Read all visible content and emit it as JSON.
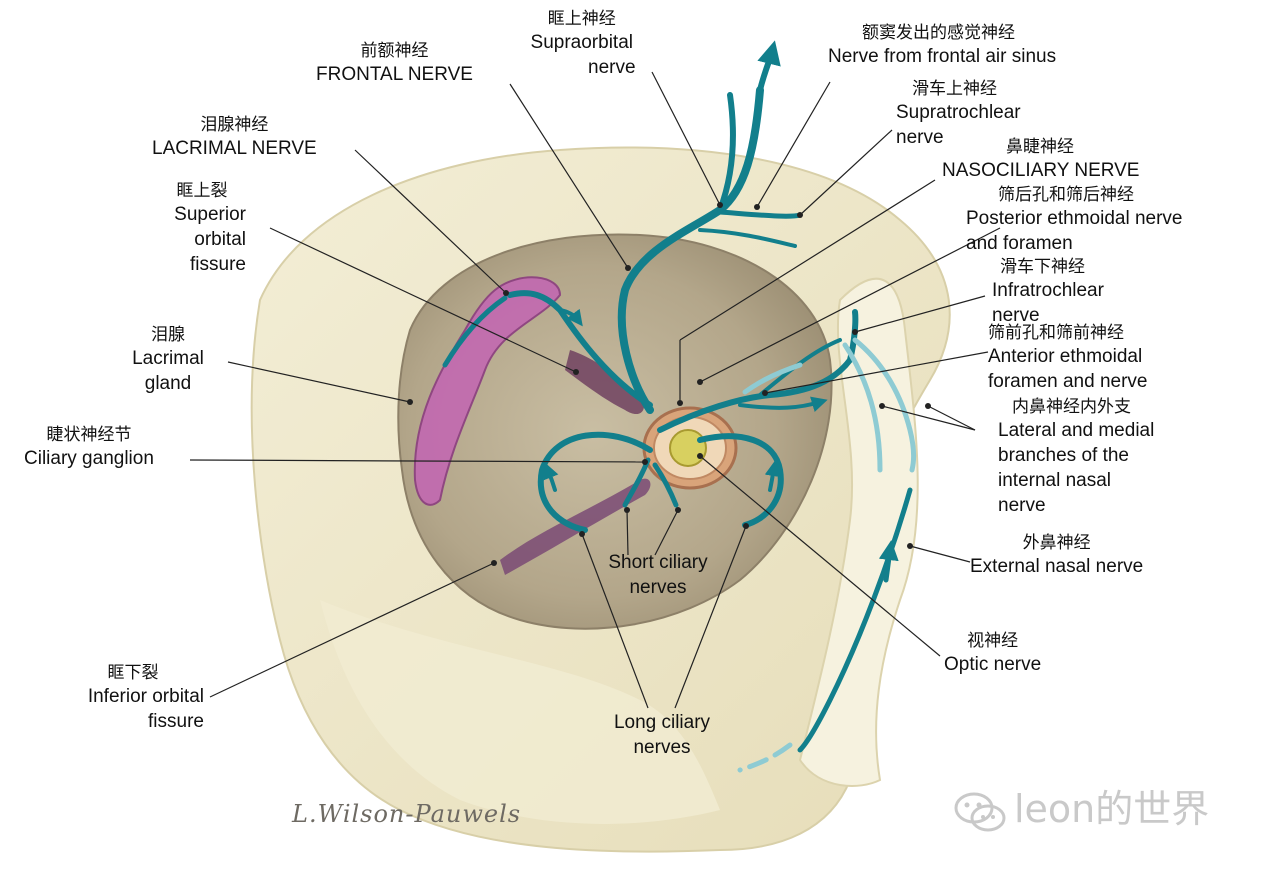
{
  "labels": {
    "supraorbital": {
      "cn": "眶上神经",
      "en": [
        "Supraorbital",
        "nerve"
      ]
    },
    "frontal_sinus": {
      "cn": "额窦发出的感觉神经",
      "en": [
        "Nerve from frontal air sinus"
      ]
    },
    "frontal": {
      "cn": "前额神经",
      "en": [
        "FRONTAL NERVE"
      ]
    },
    "supratrochlear": {
      "cn": "滑车上神经",
      "en": [
        "Supratrochlear",
        "nerve"
      ]
    },
    "lacrimal_nerve": {
      "cn": "泪腺神经",
      "en": [
        "LACRIMAL NERVE"
      ]
    },
    "nasociliary": {
      "cn": "鼻睫神经",
      "en": [
        "NASOCILIARY NERVE"
      ]
    },
    "posterior_ethmoidal": {
      "cn": "筛后孔和筛后神经",
      "en": [
        "Posterior ethmoidal nerve",
        "and foramen"
      ]
    },
    "superior_orbital": {
      "cn": "眶上裂",
      "en": [
        "Superior",
        "orbital",
        "fissure"
      ]
    },
    "infratrochlear": {
      "cn": "滑车下神经",
      "en": [
        "Infratrochlear",
        "nerve"
      ]
    },
    "anterior_ethmoidal": {
      "cn": "筛前孔和筛前神经",
      "en": [
        "Anterior ethmoidal",
        "foramen and nerve"
      ]
    },
    "lacrimal_gland": {
      "cn": "泪腺",
      "en": [
        "Lacrimal",
        "gland"
      ]
    },
    "internal_nasal": {
      "cn": "内鼻神经内外支",
      "en": [
        "Lateral and medial",
        "branches of the",
        "internal nasal",
        "nerve"
      ]
    },
    "ciliary_ganglion": {
      "cn": "睫状神经节",
      "en": [
        "Ciliary ganglion"
      ]
    },
    "short_ciliary": {
      "en": [
        "Short ciliary",
        "nerves"
      ]
    },
    "external_nasal": {
      "cn": "外鼻神经",
      "en": [
        "External nasal nerve"
      ]
    },
    "optic": {
      "cn": "视神经",
      "en": [
        "Optic nerve"
      ]
    },
    "inferior_orbital": {
      "cn": "眶下裂",
      "en": [
        "Inferior orbital",
        "fissure"
      ]
    },
    "long_ciliary": {
      "en": [
        "Long ciliary",
        "nerves"
      ]
    }
  },
  "signature": "L.Wilson-Pauwels",
  "watermark": "leon的世界",
  "colors": {
    "nerve": "#127f8c",
    "nerve_light": "#8ecbd3",
    "bone": "#efe8c9",
    "bone_shadow": "#ddd3a8",
    "orbit": "#b4a88c",
    "gland": "#b65aa6",
    "leader": "#222222"
  }
}
